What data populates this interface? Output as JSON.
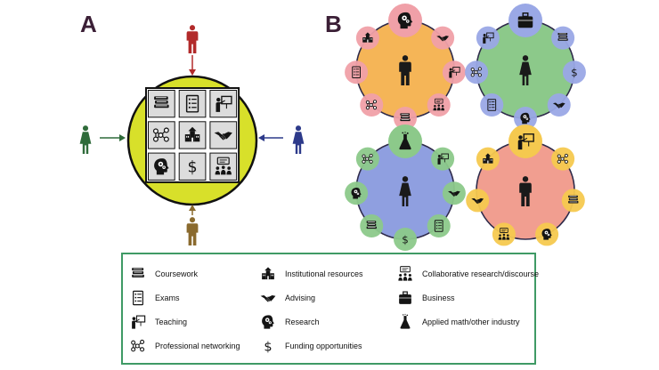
{
  "panels": {
    "a_label": "A",
    "b_label": "B"
  },
  "colors": {
    "person_top": "#b22a2a",
    "person_left": "#2f6b3a",
    "person_right": "#2d3a8a",
    "person_bottom": "#8a6a2e",
    "hub_fill": "#d8e02a",
    "cluster_colors": [
      "#f5b557",
      "#8cc98a",
      "#8f9fe0",
      "#f19e90"
    ],
    "node_colors": [
      "#f0a0a8",
      "#9aa8e6",
      "#8cc98a",
      "#f5c94f"
    ],
    "legend_border": "#3f9a65"
  },
  "grid_icons": [
    "books-icon",
    "checklist-icon",
    "teacher-board-icon",
    "network-icon",
    "institution-icon",
    "handshake-icon",
    "head-gears-icon",
    "dollar-icon",
    "discussion-icon"
  ],
  "clusters": [
    {
      "person": "male",
      "top_icon": "head-gears-icon",
      "ring_icons": [
        "handshake-icon",
        "teacher-board-icon",
        "discussion-icon",
        "books-icon",
        "network-icon",
        "checklist-icon",
        "institution-icon"
      ]
    },
    {
      "person": "female",
      "top_icon": "briefcase-icon",
      "ring_icons": [
        "books-icon",
        "dollar-icon",
        "handshake-icon",
        "head-gears-icon",
        "checklist-icon",
        "network-icon",
        "teacher-board-icon"
      ]
    },
    {
      "person": "female",
      "top_icon": "flask-icon",
      "ring_icons": [
        "teacher-board-icon",
        "handshake-icon",
        "checklist-icon",
        "dollar-icon",
        "books-icon",
        "head-gears-icon",
        "network-icon"
      ]
    },
    {
      "person": "male",
      "top_icon": "teacher-board-icon",
      "ring_icons": [
        "network-icon",
        "books-icon",
        "head-gears-icon",
        "discussion-icon",
        "handshake-icon",
        "institution-icon"
      ]
    }
  ],
  "legend": [
    {
      "icon": "books-icon",
      "label": "Coursework"
    },
    {
      "icon": "checklist-icon",
      "label": "Exams"
    },
    {
      "icon": "teacher-board-icon",
      "label": "Teaching"
    },
    {
      "icon": "network-icon",
      "label": "Professional networking"
    },
    {
      "icon": "institution-icon",
      "label": "Institutional resources"
    },
    {
      "icon": "handshake-icon",
      "label": "Advising"
    },
    {
      "icon": "head-gears-icon",
      "label": "Research"
    },
    {
      "icon": "dollar-icon",
      "label": "Funding opportunities"
    },
    {
      "icon": "discussion-icon",
      "label": "Collaborative research/discourse"
    },
    {
      "icon": "briefcase-icon",
      "label": "Business"
    },
    {
      "icon": "flask-icon",
      "label": "Applied math/other industry"
    }
  ]
}
